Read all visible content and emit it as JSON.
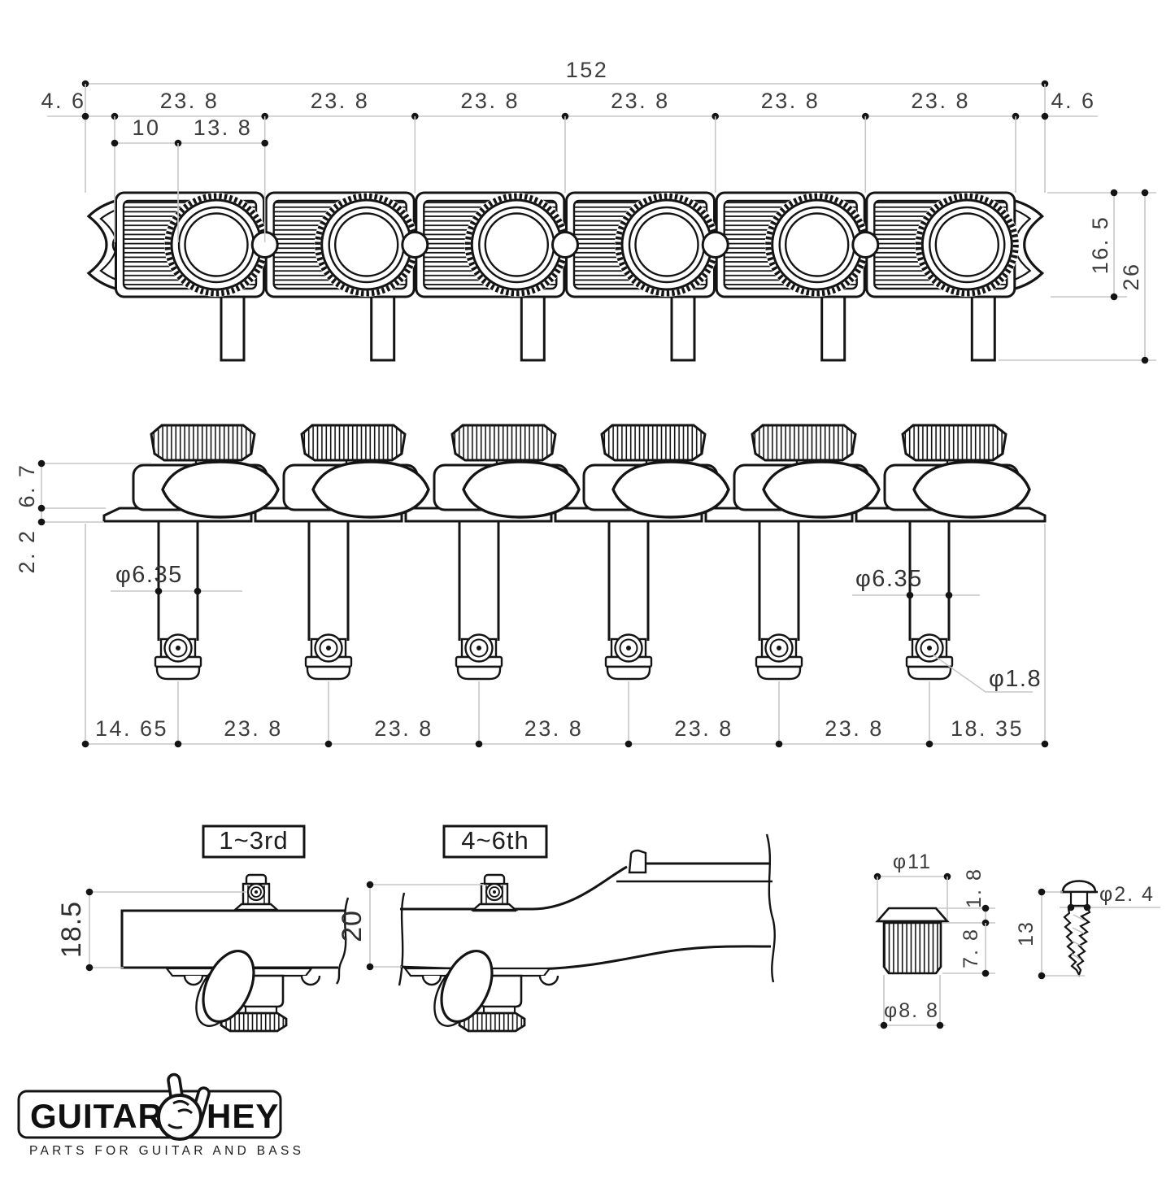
{
  "top_view": {
    "overall_width": "152",
    "end_margin_left": "4. 6",
    "end_margin_right": "4. 6",
    "spacings": [
      "23. 8",
      "23. 8",
      "23. 8",
      "23. 8",
      "23. 8",
      "23. 8"
    ],
    "post_offset": "10",
    "post_to_edge": "13. 8",
    "plate_height": "16. 5",
    "overall_height": "26"
  },
  "side_view": {
    "button_height": "6. 7",
    "plate_thickness": "2. 2",
    "post_dia_left": "φ6.35",
    "post_dia_right": "φ6.35",
    "string_hole_dia": "φ1.8",
    "spacings": [
      "14. 65",
      "23. 8",
      "23. 8",
      "23. 8",
      "23. 8",
      "23. 8",
      "18. 35"
    ]
  },
  "install": {
    "section_1_3_label": "1~3rd",
    "section_1_3_height": "18.5",
    "section_4_6_label": "4~6th",
    "section_4_6_height": "20"
  },
  "bushing": {
    "head_dia": "φ11",
    "head_height": "1. 8",
    "body_height": "7. 8",
    "body_dia": "φ8. 8"
  },
  "screw": {
    "thread_dia": "φ2. 4",
    "length": "13"
  },
  "logo": {
    "brand_left": "GUITAR",
    "brand_right": "HEY",
    "tagline": "PARTS FOR GUITAR AND BASS"
  }
}
